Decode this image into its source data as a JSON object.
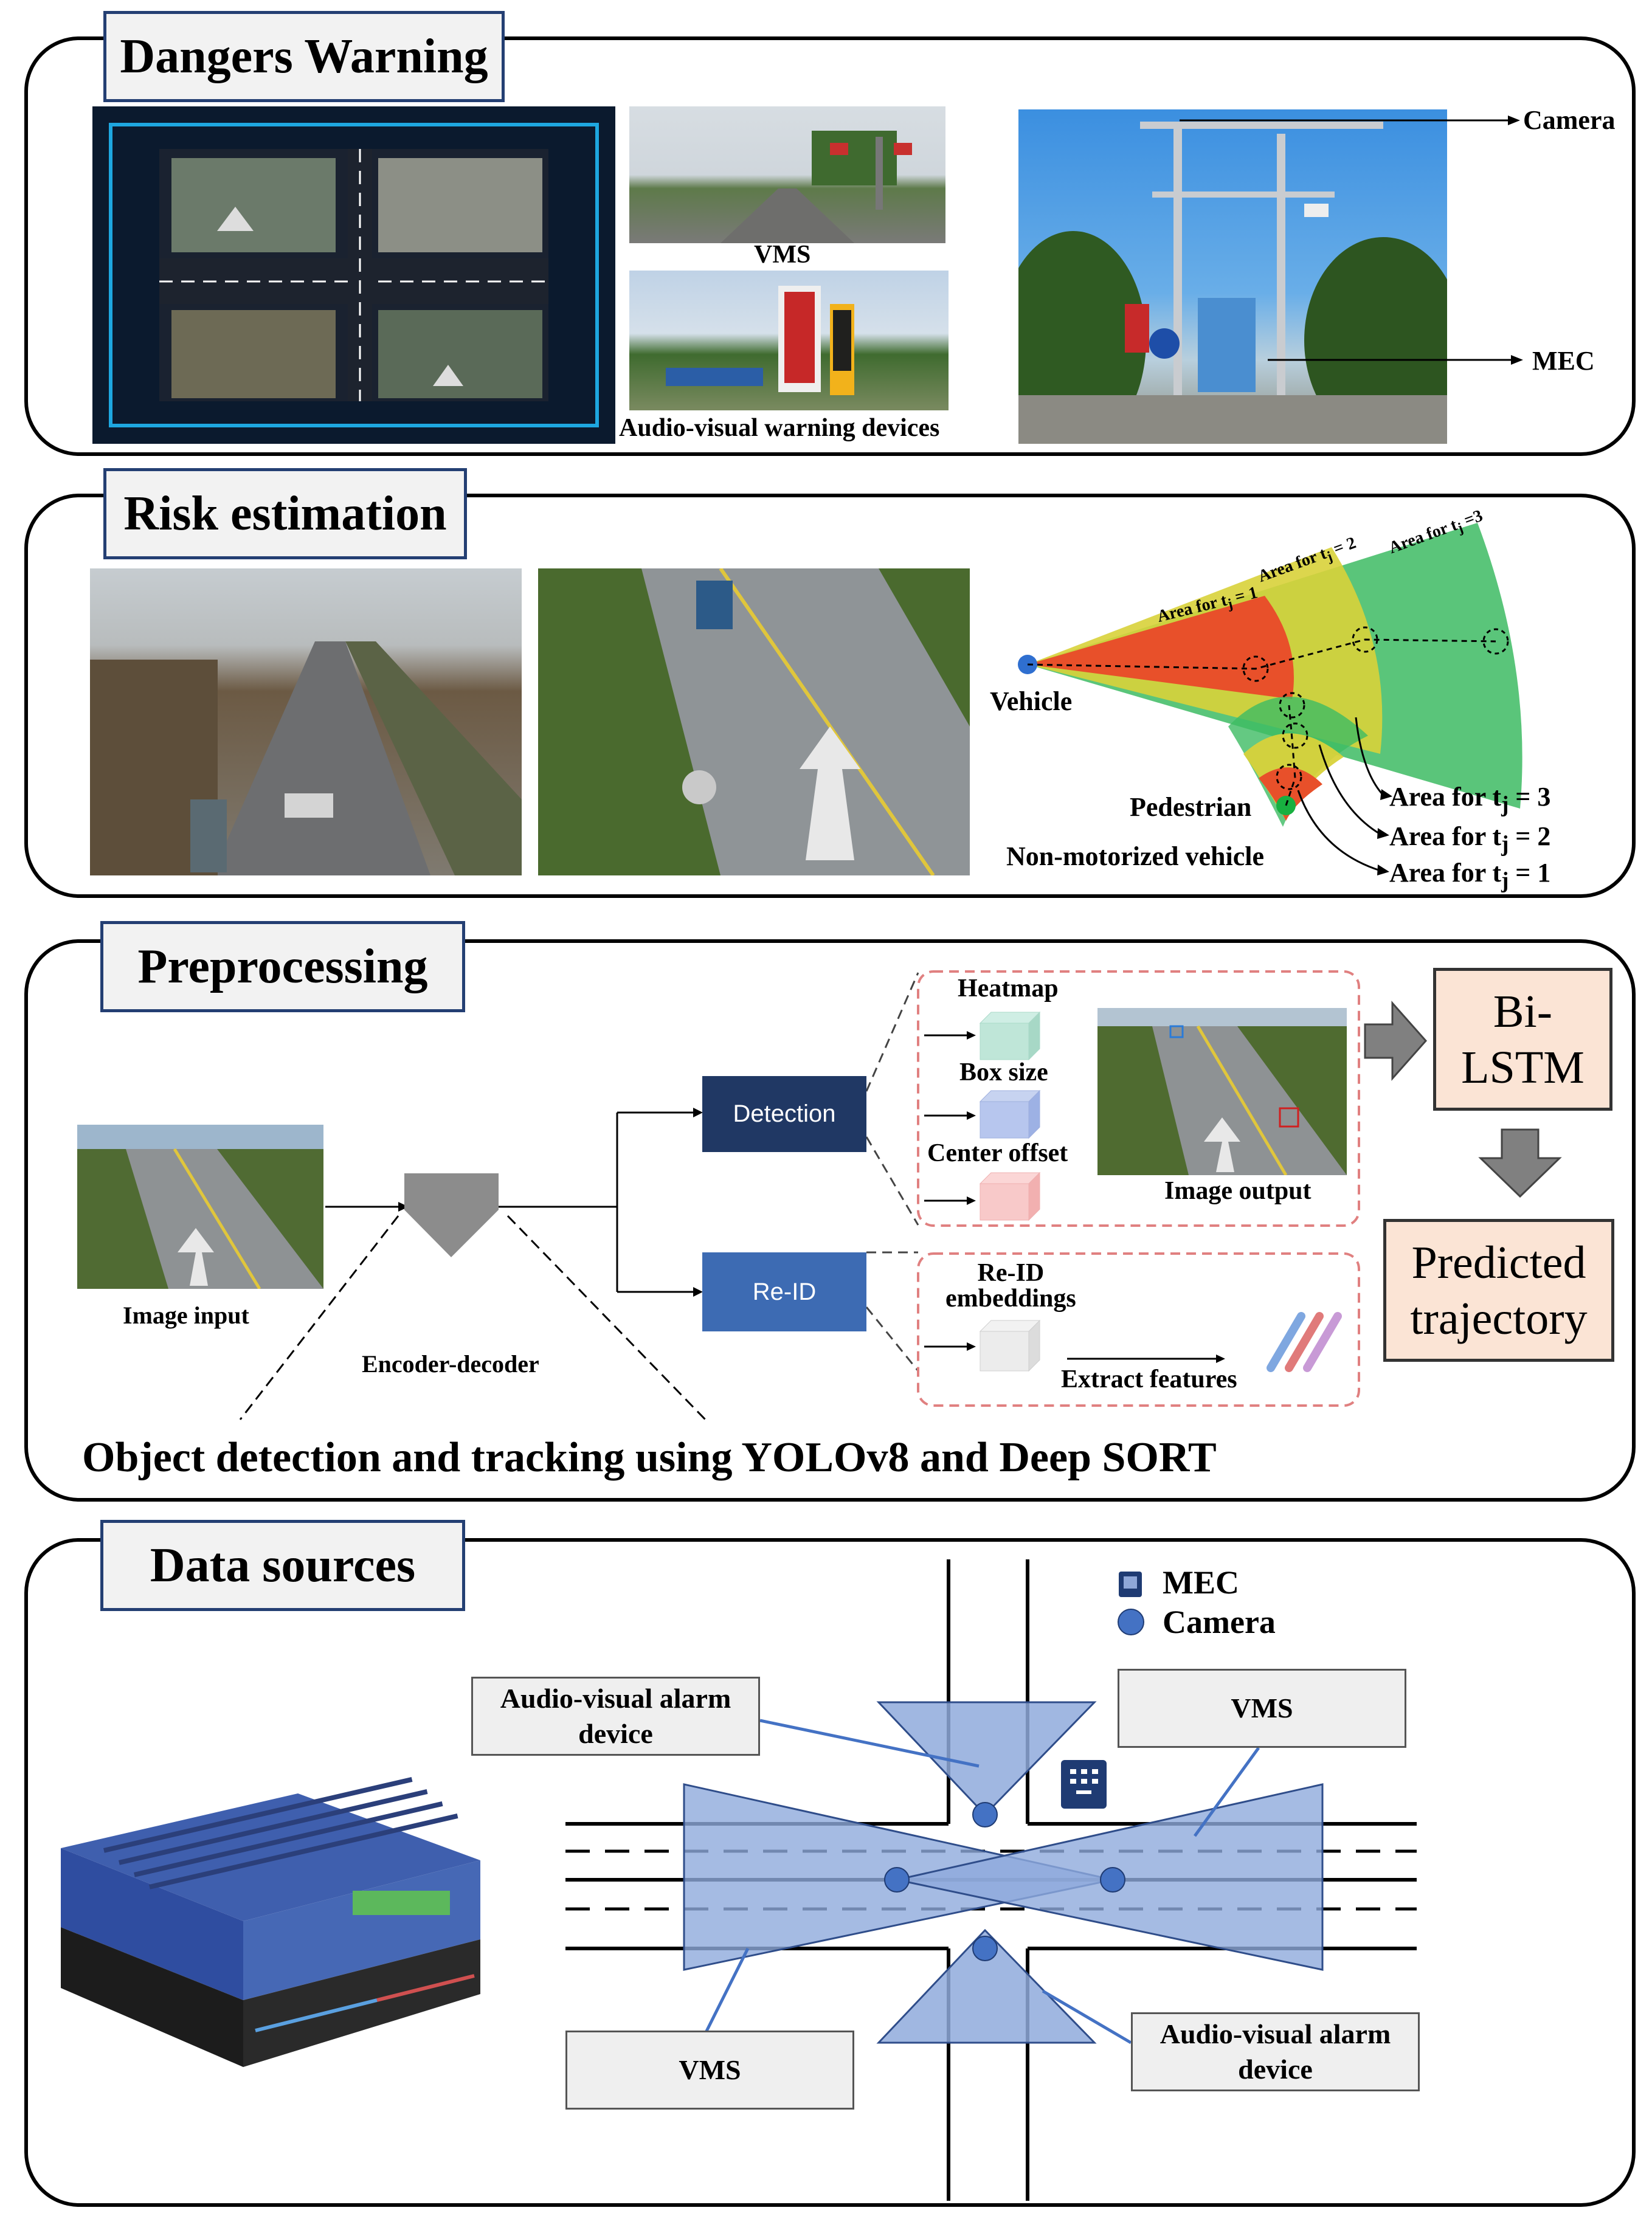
{
  "danger": {
    "title": "Dangers Warning",
    "vms_label": "VMS",
    "av_label": "Audio-visual warning devices",
    "camera_label": "Camera",
    "mec_label": "MEC"
  },
  "risk": {
    "title": "Risk estimation",
    "vehicle": "Vehicle",
    "pedestrian": "Pedestrian",
    "nonmotor": "Non-motorized vehicle",
    "area1": "Area for t",
    "area2": "Area for t",
    "area3": "Area for t",
    "eq1": " = 1",
    "eq2": " = 2",
    "eq3": " = 3",
    "sub": "j",
    "fan1": "Area for t",
    "fan2": "Area for t",
    "fan3": "Area for t",
    "fan_eq1": " = 1",
    "fan_eq2": " = 2",
    "fan_eq3": " =3"
  },
  "prep": {
    "title": "Preprocessing",
    "image_input": "Image input",
    "encoder": "Encoder-decoder",
    "detection": "Detection",
    "reid": "Re-ID",
    "heatmap": "Heatmap",
    "box_size": "Box size",
    "center_offset": "Center offset",
    "image_output": "Image output",
    "reid_emb_1": "Re-ID",
    "reid_emb_2": "embeddings",
    "extract": "Extract features",
    "bilstm_1": "Bi-",
    "bilstm_2": "LSTM",
    "pred_1": "Predicted",
    "pred_2": "trajectory",
    "caption": "Object detection and tracking using YOLOv8 and Deep SORT"
  },
  "data": {
    "title": "Data sources",
    "legend_mec": "MEC",
    "legend_camera": "Camera",
    "av_top_1": "Audio-visual alarm",
    "av_top_2": "device",
    "vms_top": "VMS",
    "vms_bottom": "VMS",
    "av_bot_1": "Audio-visual alarm",
    "av_bot_2": "device"
  },
  "colors": {
    "title_border": "#243f73",
    "detection": "#203864",
    "reid": "#3d6bb3",
    "peach": "#fbe4d5",
    "cone": "#8faadc",
    "camera_dot": "#4472c4",
    "red_zone": "#e8502a",
    "yellow_zone": "#d8d23a",
    "green_zone": "#3dbb63"
  }
}
